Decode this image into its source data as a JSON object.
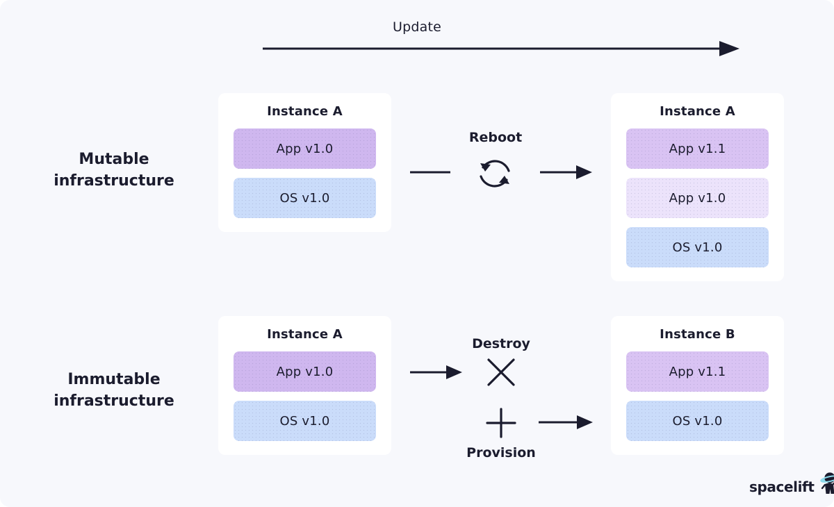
{
  "diagram": {
    "title_arrow": {
      "label": "Update",
      "icon": "right-arrow-icon"
    },
    "background_color": "#f7f8fc",
    "colors": {
      "app_new": "#d9c3f3",
      "app_current": "#cfb7ef",
      "app_faded": "#ece3fb",
      "os": "#cadcfa",
      "card": "#ffffff",
      "text": "#1b1c2e"
    },
    "rows": [
      {
        "label": "Mutable\ninfrastructure",
        "label_line1": "Mutable",
        "label_line2": "infrastructure",
        "before": {
          "title": "Instance A",
          "layers": [
            {
              "text": "App v1.0",
              "kind": "app"
            },
            {
              "text": "OS v1.0",
              "kind": "os"
            }
          ]
        },
        "operations": [
          {
            "label": "Reboot",
            "icon": "refresh-circular-arrows-icon"
          }
        ],
        "connectors": [
          {
            "icon": "line-segment-icon",
            "position": "left-of-reboot"
          },
          {
            "icon": "right-arrow-icon",
            "position": "right-of-reboot"
          }
        ],
        "after": {
          "title": "Instance A",
          "layers": [
            {
              "text": "App v1.1",
              "kind": "app-new"
            },
            {
              "text": "App v1.0",
              "kind": "app-faded"
            },
            {
              "text": "OS v1.0",
              "kind": "os"
            }
          ]
        }
      },
      {
        "label": "Immutable\ninfrastructure",
        "label_line1": "Immutable",
        "label_line2": "infrastructure",
        "before": {
          "title": "Instance A",
          "layers": [
            {
              "text": "App v1.0",
              "kind": "app"
            },
            {
              "text": "OS v1.0",
              "kind": "os"
            }
          ]
        },
        "operations": [
          {
            "label": "Destroy",
            "icon": "x-cross-icon"
          },
          {
            "label": "Provision",
            "icon": "plus-icon"
          }
        ],
        "connectors": [
          {
            "icon": "right-arrow-icon",
            "position": "left-of-destroy"
          },
          {
            "icon": "right-arrow-icon",
            "position": "right-of-provision"
          }
        ],
        "after": {
          "title": "Instance B",
          "layers": [
            {
              "text": "App v1.1",
              "kind": "app-new"
            },
            {
              "text": "OS v1.0",
              "kind": "os"
            }
          ]
        }
      }
    ],
    "logo": {
      "text": "spacelift",
      "mark": "astronaut-planet-icon"
    }
  }
}
